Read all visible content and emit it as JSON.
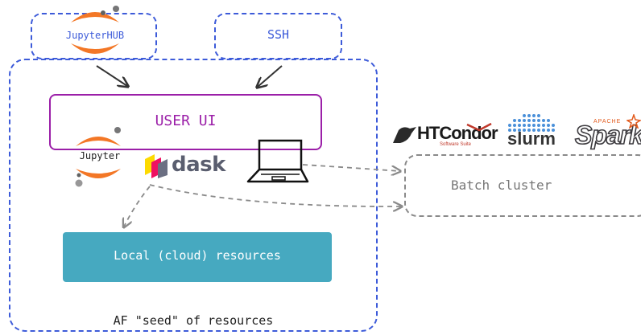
{
  "top": {
    "jupyterhub_label": "JupyterHUB",
    "ssh_label": "SSH"
  },
  "main": {
    "user_ui_label": "USER UI",
    "jupyter_label": "Jupyter",
    "dask_label": "dask",
    "local_resources_label": "Local (cloud) resources",
    "footer_label": "AF \"seed\" of resources"
  },
  "batch": {
    "cluster_label": "Batch cluster",
    "logos": {
      "htcondor": "HTCondor",
      "htcondor_sub": "Software Suite",
      "slurm": "slurm",
      "spark": "Spark",
      "spark_apache": "APACHE"
    }
  },
  "colors": {
    "blue_dashed": "#3d5bd9",
    "purple": "#9b1fa8",
    "teal": "#46a9c0",
    "gray_arrow": "#8a8a8a",
    "jupyter_orange": "#f37726"
  }
}
